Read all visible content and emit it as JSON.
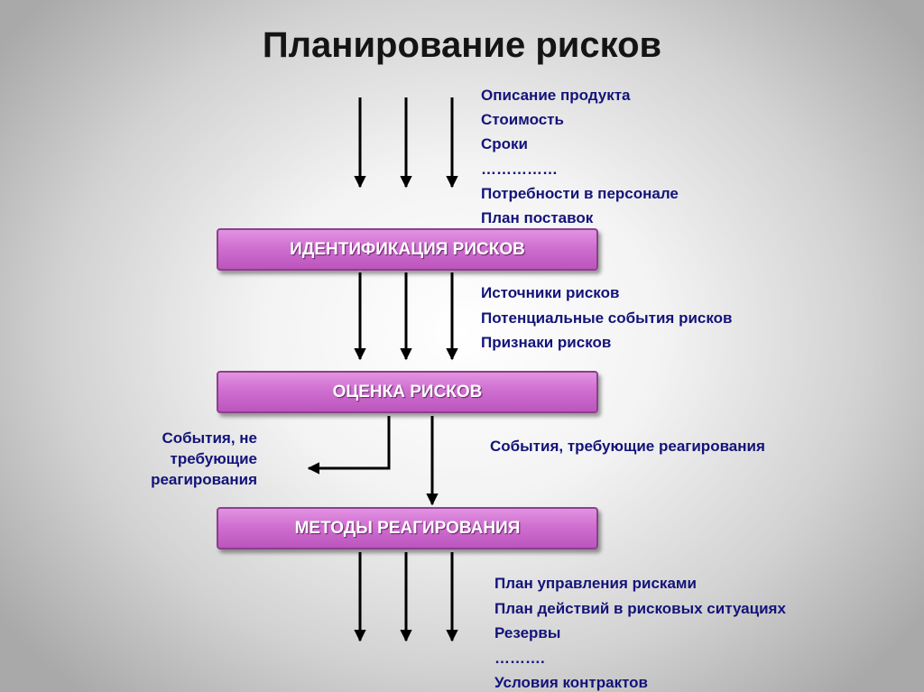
{
  "title": "Планирование рисков",
  "inputs": [
    "Описание продукта",
    "Стоимость",
    "Сроки",
    "……………",
    "Потребности в персонале",
    "План поставок"
  ],
  "stages": {
    "identification": "ИДЕНТИФИКАЦИЯ РИСКОВ",
    "assessment": "ОЦЕНКА РИСКОВ",
    "response_methods": "МЕТОДЫ РЕАГИРОВАНИЯ"
  },
  "identification_outputs": [
    "Источники рисков",
    "Потенциальные события рисков",
    "Признаки рисков"
  ],
  "assessment_outputs": {
    "no_response_needed": [
      "События, не",
      "требующие",
      "реагирования"
    ],
    "response_needed": "События, требующие реагирования"
  },
  "final_outputs": [
    "План управления рисками",
    "План действий в рисковых ситуациях",
    "Резервы",
    "……….",
    "Условия контрактов"
  ],
  "colors": {
    "box_fill": "#cf6fd0",
    "box_border": "#8c3f8c",
    "text_blue": "#13137a",
    "title": "#141414"
  }
}
